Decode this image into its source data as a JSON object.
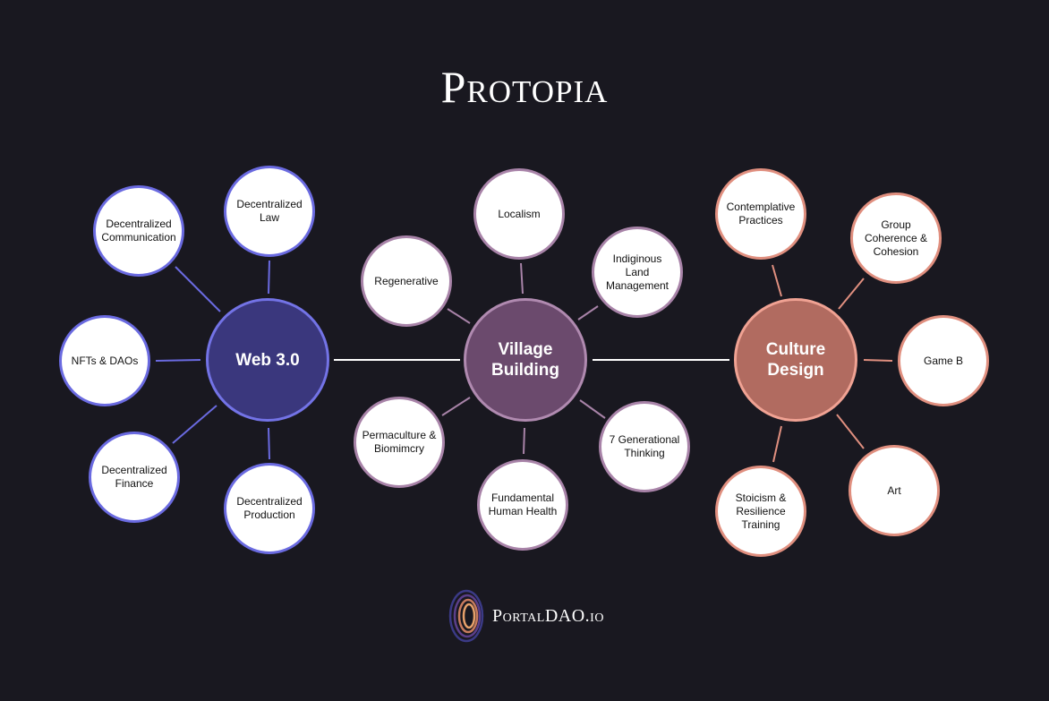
{
  "title": "Protopia",
  "hubs": {
    "web": "Web 3.0",
    "village": "Village\nBuilding",
    "culture": "Culture\nDesign"
  },
  "web_nodes": {
    "communication": "Decentralized\nCommunication",
    "law": "Decentralized\nLaw",
    "nfts": "NFTs & DAOs",
    "finance": "Decentralized\nFinance",
    "production": "Decentralized\nProduction"
  },
  "village_nodes": {
    "localism": "Localism",
    "regenerative": "Regenerative",
    "indigenous": "Indiginous\nLand\nManagement",
    "permaculture": "Permaculture &\nBiomimcry",
    "generational": "7 Generational\nThinking",
    "health": "Fundamental\nHuman Health"
  },
  "culture_nodes": {
    "contemplative": "Contemplative\nPractices",
    "coherence": "Group\nCoherence &\nCohesion",
    "gameb": "Game B",
    "art": "Art",
    "stoicism": "Stoicism &\nResilience\nTraining"
  },
  "footer": {
    "brand": "PortalDAO.io"
  },
  "colors": {
    "background": "#191820",
    "web_accent": "#6a6ae0",
    "village_accent": "#a883a8",
    "culture_accent": "#e08f7f"
  }
}
